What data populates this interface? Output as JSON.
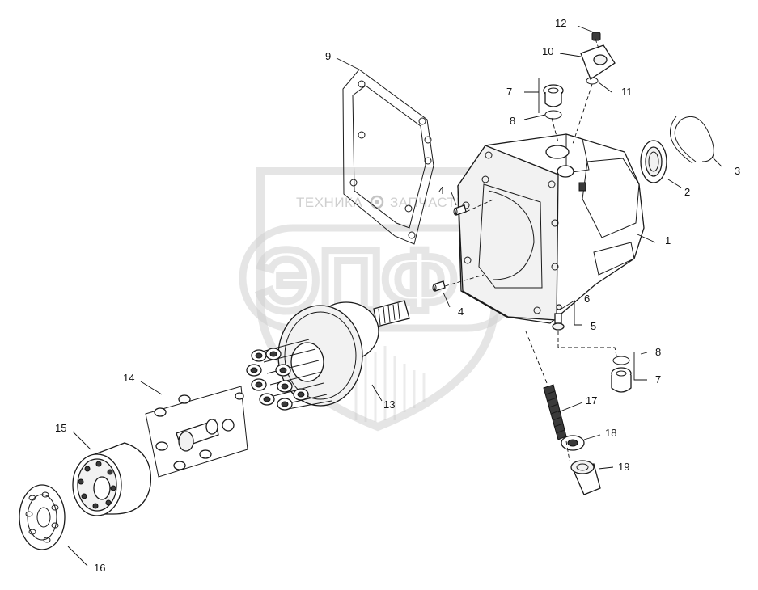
{
  "watermark": {
    "brand_left": "ТЕХНИКА",
    "brand_right": "ЗАПЧАСТИ",
    "logo_letters": "ЭПФ"
  },
  "callouts": {
    "c1": "1",
    "c2": "2",
    "c3": "3",
    "c4a": "4",
    "c4b": "4",
    "c5": "5",
    "c6": "6",
    "c7a": "7",
    "c7b": "7",
    "c8a": "8",
    "c8b": "8",
    "c9": "9",
    "c10": "10",
    "c11": "11",
    "c12": "12",
    "c13": "13",
    "c14": "14",
    "c15": "15",
    "c16": "16",
    "c17": "17",
    "c18": "18",
    "c19": "19"
  }
}
